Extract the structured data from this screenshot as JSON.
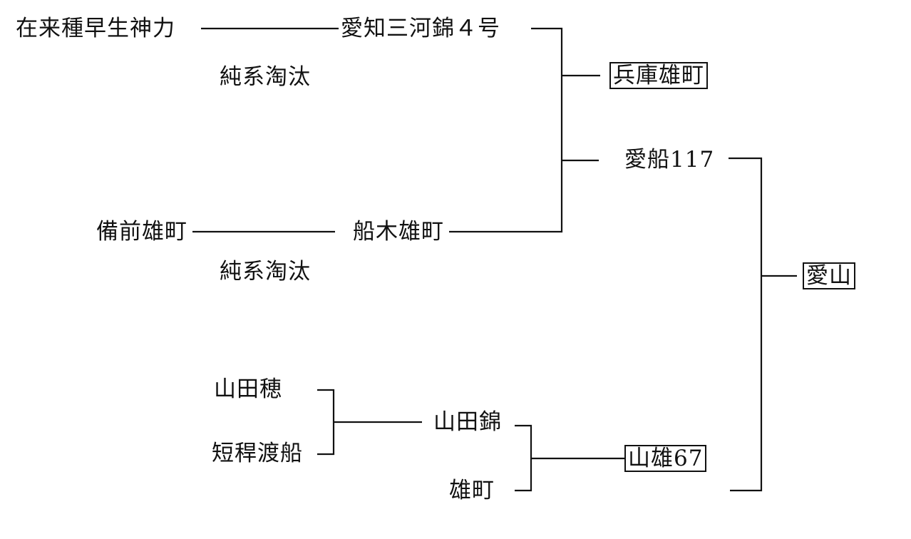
{
  "diagram": {
    "type": "pedigree",
    "nodes": {
      "zairai": "在来種早生神力",
      "aichi_mikawa": "愛知三河錦４号",
      "hyogo_omachi": "兵庫雄町",
      "bizen_omachi": "備前雄町",
      "funaki_omachi": "船木雄町",
      "aifune117": "愛船117",
      "aiyama": "愛山",
      "yamadaho": "山田穂",
      "tankan_watarifune": "短稈渡船",
      "yamadanishiki": "山田錦",
      "omachi": "雄町",
      "sanyu67": "山雄67"
    },
    "methods": {
      "pure_line_1": "純系淘汰",
      "pure_line_2": "純系淘汰"
    },
    "highlighted": [
      "hyogo_omachi",
      "aiyama",
      "sanyu67"
    ],
    "edges": [
      {
        "from": "zairai",
        "to": "aichi_mikawa",
        "method": "純系淘汰"
      },
      {
        "from": "bizen_omachi",
        "to": "funaki_omachi",
        "method": "純系淘汰"
      },
      {
        "from": [
          "aichi_mikawa",
          "funaki_omachi"
        ],
        "to": "hyogo_omachi"
      },
      {
        "from": [
          "aichi_mikawa",
          "funaki_omachi"
        ],
        "to": "aifune117"
      },
      {
        "from": [
          "yamadaho",
          "tankan_watarifune"
        ],
        "to": "yamadanishiki"
      },
      {
        "from": [
          "yamadanishiki",
          "omachi"
        ],
        "to": "sanyu67"
      },
      {
        "from": [
          "aifune117",
          "sanyu67"
        ],
        "to": "aiyama"
      }
    ]
  }
}
